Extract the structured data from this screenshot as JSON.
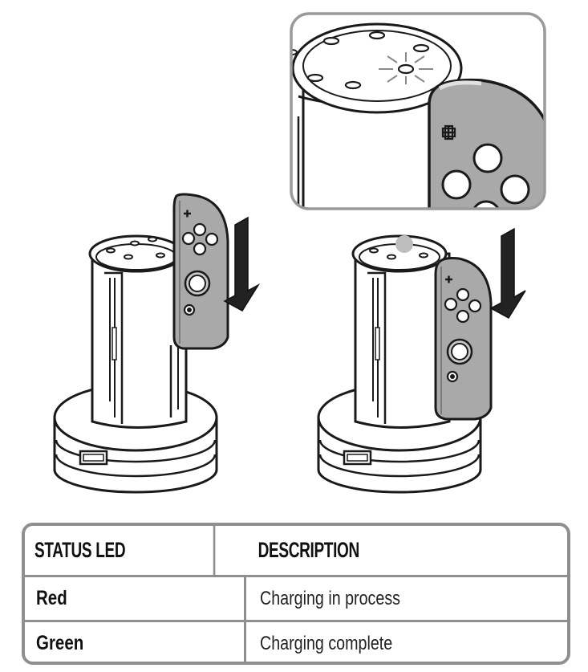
{
  "table": {
    "headers": [
      "STATUS LED",
      "DESCRIPTION"
    ],
    "rows": [
      {
        "status": "Red",
        "description": "Charging in process"
      },
      {
        "status": "Green",
        "description": "Charging complete"
      }
    ]
  },
  "illustration": {
    "icons": [
      "charging-dock-icon",
      "joy-con-controller-icon",
      "insert-arrow-icon",
      "led-indicator-icon",
      "usb-port-icon"
    ],
    "colors": {
      "line": "#1a1a1a",
      "controller": "#a9a9a9",
      "arrow": "#222222",
      "frame": "#9a9a9a",
      "led": "#bdbdbd"
    }
  }
}
